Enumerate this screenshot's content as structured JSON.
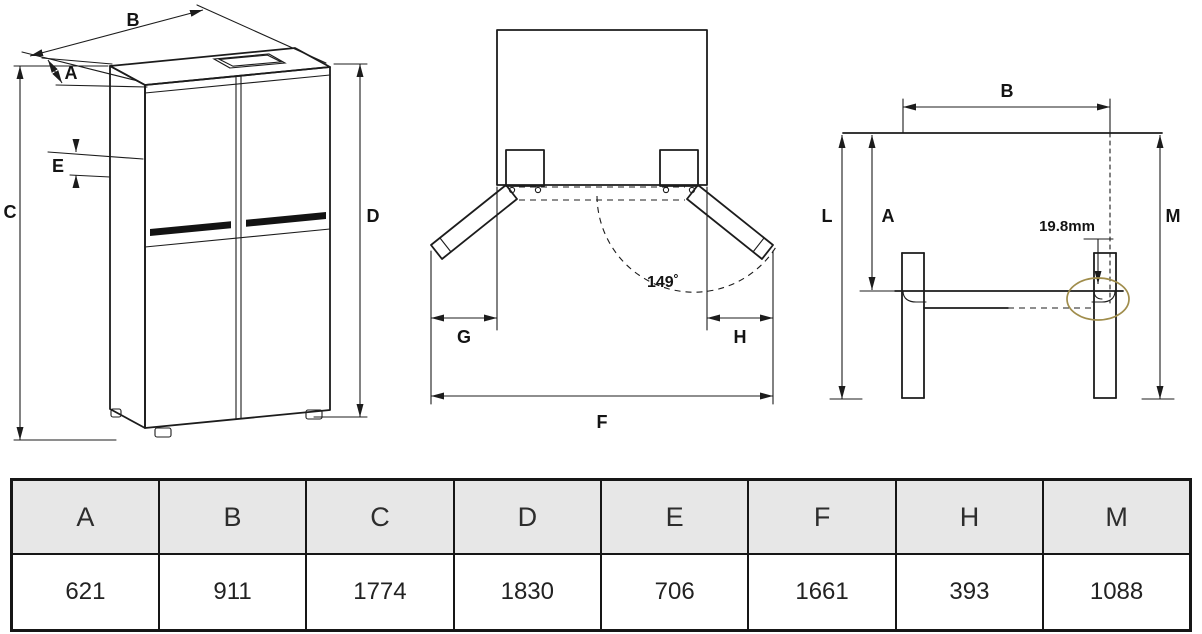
{
  "iso_view": {
    "b": "B",
    "a": "A",
    "e": "E",
    "c": "C",
    "d": "D"
  },
  "top_view": {
    "angle": "149˚",
    "g": "G",
    "h": "H",
    "f": "F"
  },
  "front_view": {
    "b": "B",
    "l": "L",
    "a": "A",
    "m": "M",
    "gap": "19.8mm"
  },
  "table": {
    "headers": [
      "A",
      "B",
      "C",
      "D",
      "E",
      "F",
      "H",
      "M"
    ],
    "values": [
      "621",
      "911",
      "1774",
      "1830",
      "706",
      "1661",
      "393",
      "1088"
    ]
  },
  "colors": {
    "line": "#1c1c1c",
    "table_header_bg": "#e7e7e7",
    "highlight_circle": "#a08d4c"
  }
}
